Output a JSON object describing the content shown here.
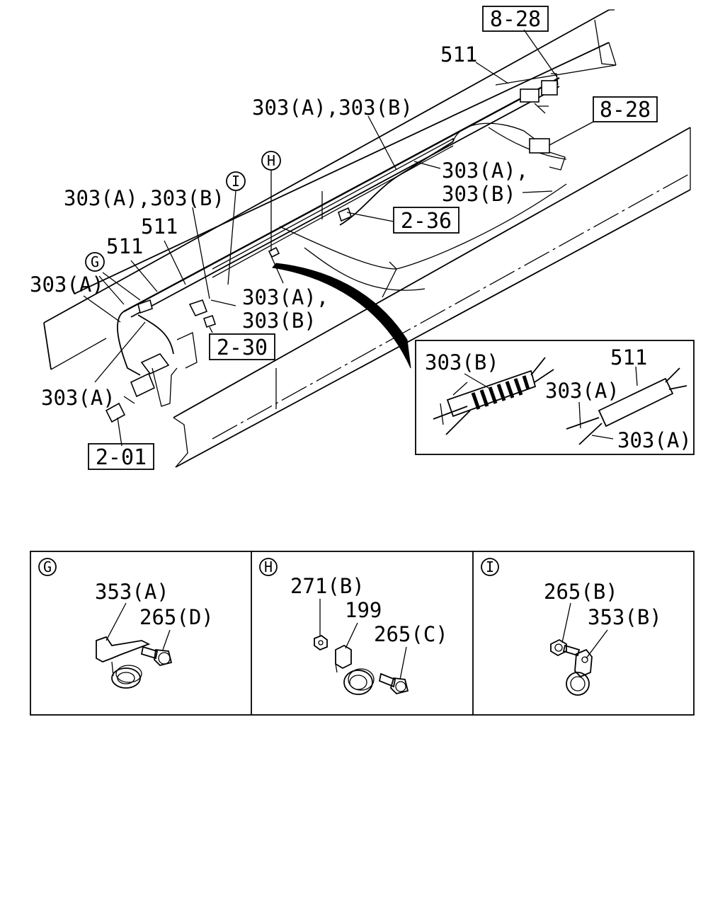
{
  "main_diagram": {
    "ref_boxes": [
      {
        "id": "ref-8-28-top",
        "label": "8-28"
      },
      {
        "id": "ref-8-28-right",
        "label": "8-28"
      },
      {
        "id": "ref-2-36",
        "label": "2-36"
      },
      {
        "id": "ref-2-30",
        "label": "2-30"
      },
      {
        "id": "ref-2-01",
        "label": "2-01"
      }
    ],
    "circle_markers": {
      "g": "G",
      "h": "H",
      "i": "I"
    },
    "part_labels": {
      "p511_top": "511",
      "p303ab_top": "303(A),303(B)",
      "p303a_right": "303(A),",
      "p303b_right": "303(B)",
      "p303ab_left": "303(A),303(B)",
      "p511_left1": "511",
      "p511_left2": "511",
      "p303a_left": "303(A)",
      "p303a_mid": "303(A),",
      "p303b_mid": "303(B)",
      "p303a_bottom": "303(A)"
    }
  },
  "inset": {
    "labels": {
      "p303b": "303(B)",
      "p511": "511",
      "p303a_upper": "303(A)",
      "p303a_lower": "303(A)"
    }
  },
  "detail_panels": [
    {
      "marker": "G",
      "labels": {
        "bracket": "353(A)",
        "bolt": "265(D)"
      }
    },
    {
      "marker": "H",
      "labels": {
        "nut": "271(B)",
        "clip": "199",
        "bolt": "265(C)"
      }
    },
    {
      "marker": "I",
      "labels": {
        "bolt": "265(B)",
        "clip": "353(B)"
      }
    }
  ]
}
